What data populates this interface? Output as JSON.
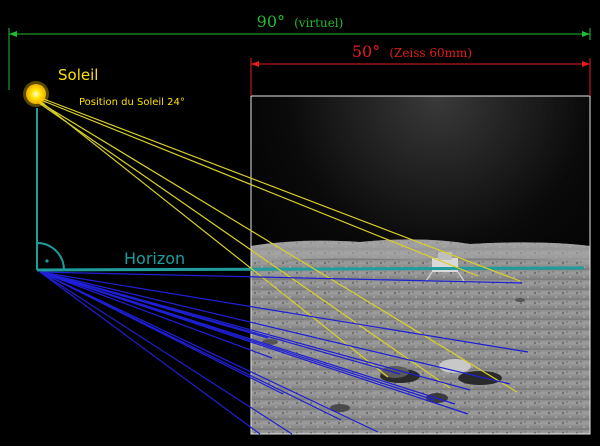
{
  "labels": {
    "fov_virtual_value": "90°",
    "fov_virtual_note": "(virtuel)",
    "fov_lens_value": "50°",
    "fov_lens_note": "(Zeiss 60mm)",
    "sun": "Soleil",
    "sun_position": "Position du Soleil 24°",
    "horizon": "Horizon"
  },
  "colors": {
    "virtual_fov": "#22bb33",
    "lens_fov": "#e31b1b",
    "sun": "#ffe000",
    "sun_rays": "#d8cf2a",
    "horizon": "#1f9d9d",
    "shadow_lines": "#1f1fd6"
  }
}
